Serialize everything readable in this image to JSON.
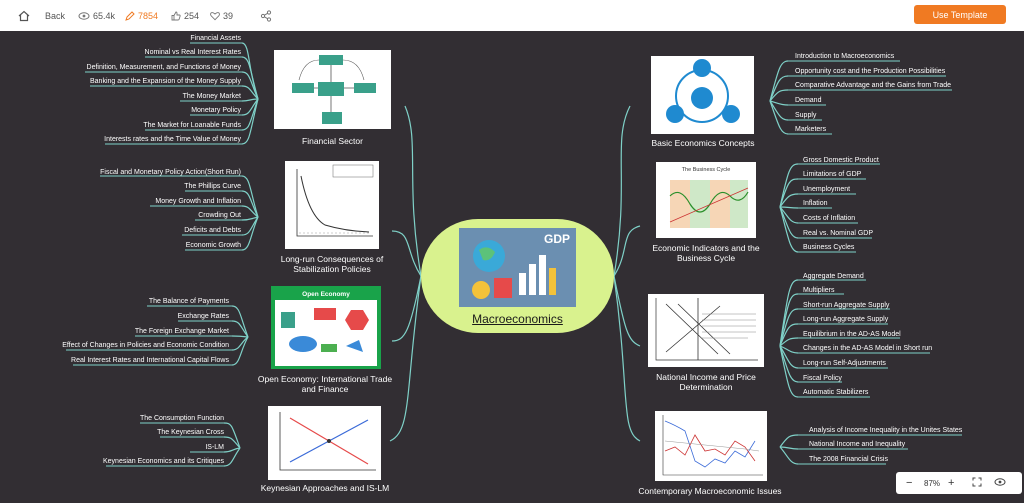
{
  "toolbar": {
    "back_label": "Back",
    "views": "65.4k",
    "edits": "7854",
    "likes": "254",
    "hearts": "39",
    "use_template_label": "Use Template"
  },
  "center": {
    "title": "Macroeconomics",
    "image_badge": "GDP"
  },
  "topics": {
    "financial_sector": {
      "title": "Financial Sector",
      "items": [
        "Financial Assets",
        "Nominal vs Real Interest Rates",
        "Definition, Measurement, and Functions of Money",
        "Banking and the Expansion of the Money Supply",
        "The Money Market",
        "Monetary Policy",
        "The Market for Loanable Funds",
        "Interests rates and the Time Value of Money"
      ]
    },
    "long_run": {
      "title": "Long-run Consequences of Stabilization Policies",
      "items": [
        "Fiscal and Monetary  Policy Action(Short Run)",
        "The Phillips Curve",
        "Money Growth and Inflation",
        "Crowding Out",
        "Deficits and Debts",
        "Economic Growth"
      ]
    },
    "open_economy": {
      "title": "Open Economy: International Trade and Finance",
      "image_header": "Open Economy",
      "items": [
        "The Balance of  Payments",
        "Exchange Rates",
        "The Foreign Exchange Market",
        "Effect of Changes in Policies and Economic Condition",
        "Real Interest Rates and International Capital Flows"
      ]
    },
    "keynesian": {
      "title": "Keynesian Approaches and IS-LM",
      "items": [
        "The Consumption Function",
        "The Keynesian Cross",
        "IS-LM",
        "Keynesian Economics and its Critiques"
      ]
    },
    "basic": {
      "title": "Basic Economics Concepts",
      "items": [
        "Introduction to Macroeconomics",
        "Opportunity cost and the Production Possibilities",
        "Comparative Advantage and the Gains from Trade",
        "Demand",
        "Supply",
        "Marketers"
      ]
    },
    "indicators": {
      "title": "Economic Indicators and the Business Cycle",
      "image_header": "The Business Cycle",
      "items": [
        "Gross Domestic Product",
        "Limitations of GDP",
        "Unemployment",
        "Inflation",
        "Costs of Inflation",
        "Real vs. Nominal GDP",
        "Business Cycles"
      ]
    },
    "national_income": {
      "title": "National Income and Price Determination",
      "items": [
        "Aggregate Demand",
        "Multipliers",
        "Short-run Aggregate Supply",
        "Long-run Aggregate Supply",
        "Equilibrium in the AD-AS Model",
        "Changes in the AD-AS Model in Short run",
        "Long-run Self-Adjustments",
        "Fiscal Policy",
        "Automatic Stabilizers"
      ]
    },
    "contemporary": {
      "title": "Contemporary Macroeconomic Issues",
      "items": [
        "Analysis of Income Inequality in the Unites States",
        "National Income and Inequality",
        "The 2008 Financial Crisis"
      ]
    }
  },
  "zoom": {
    "level": "87%"
  },
  "colors": {
    "accent": "#f07a22",
    "canvas": "#322e33",
    "branch": "#7fd1c8",
    "center": "#d9f28e"
  }
}
